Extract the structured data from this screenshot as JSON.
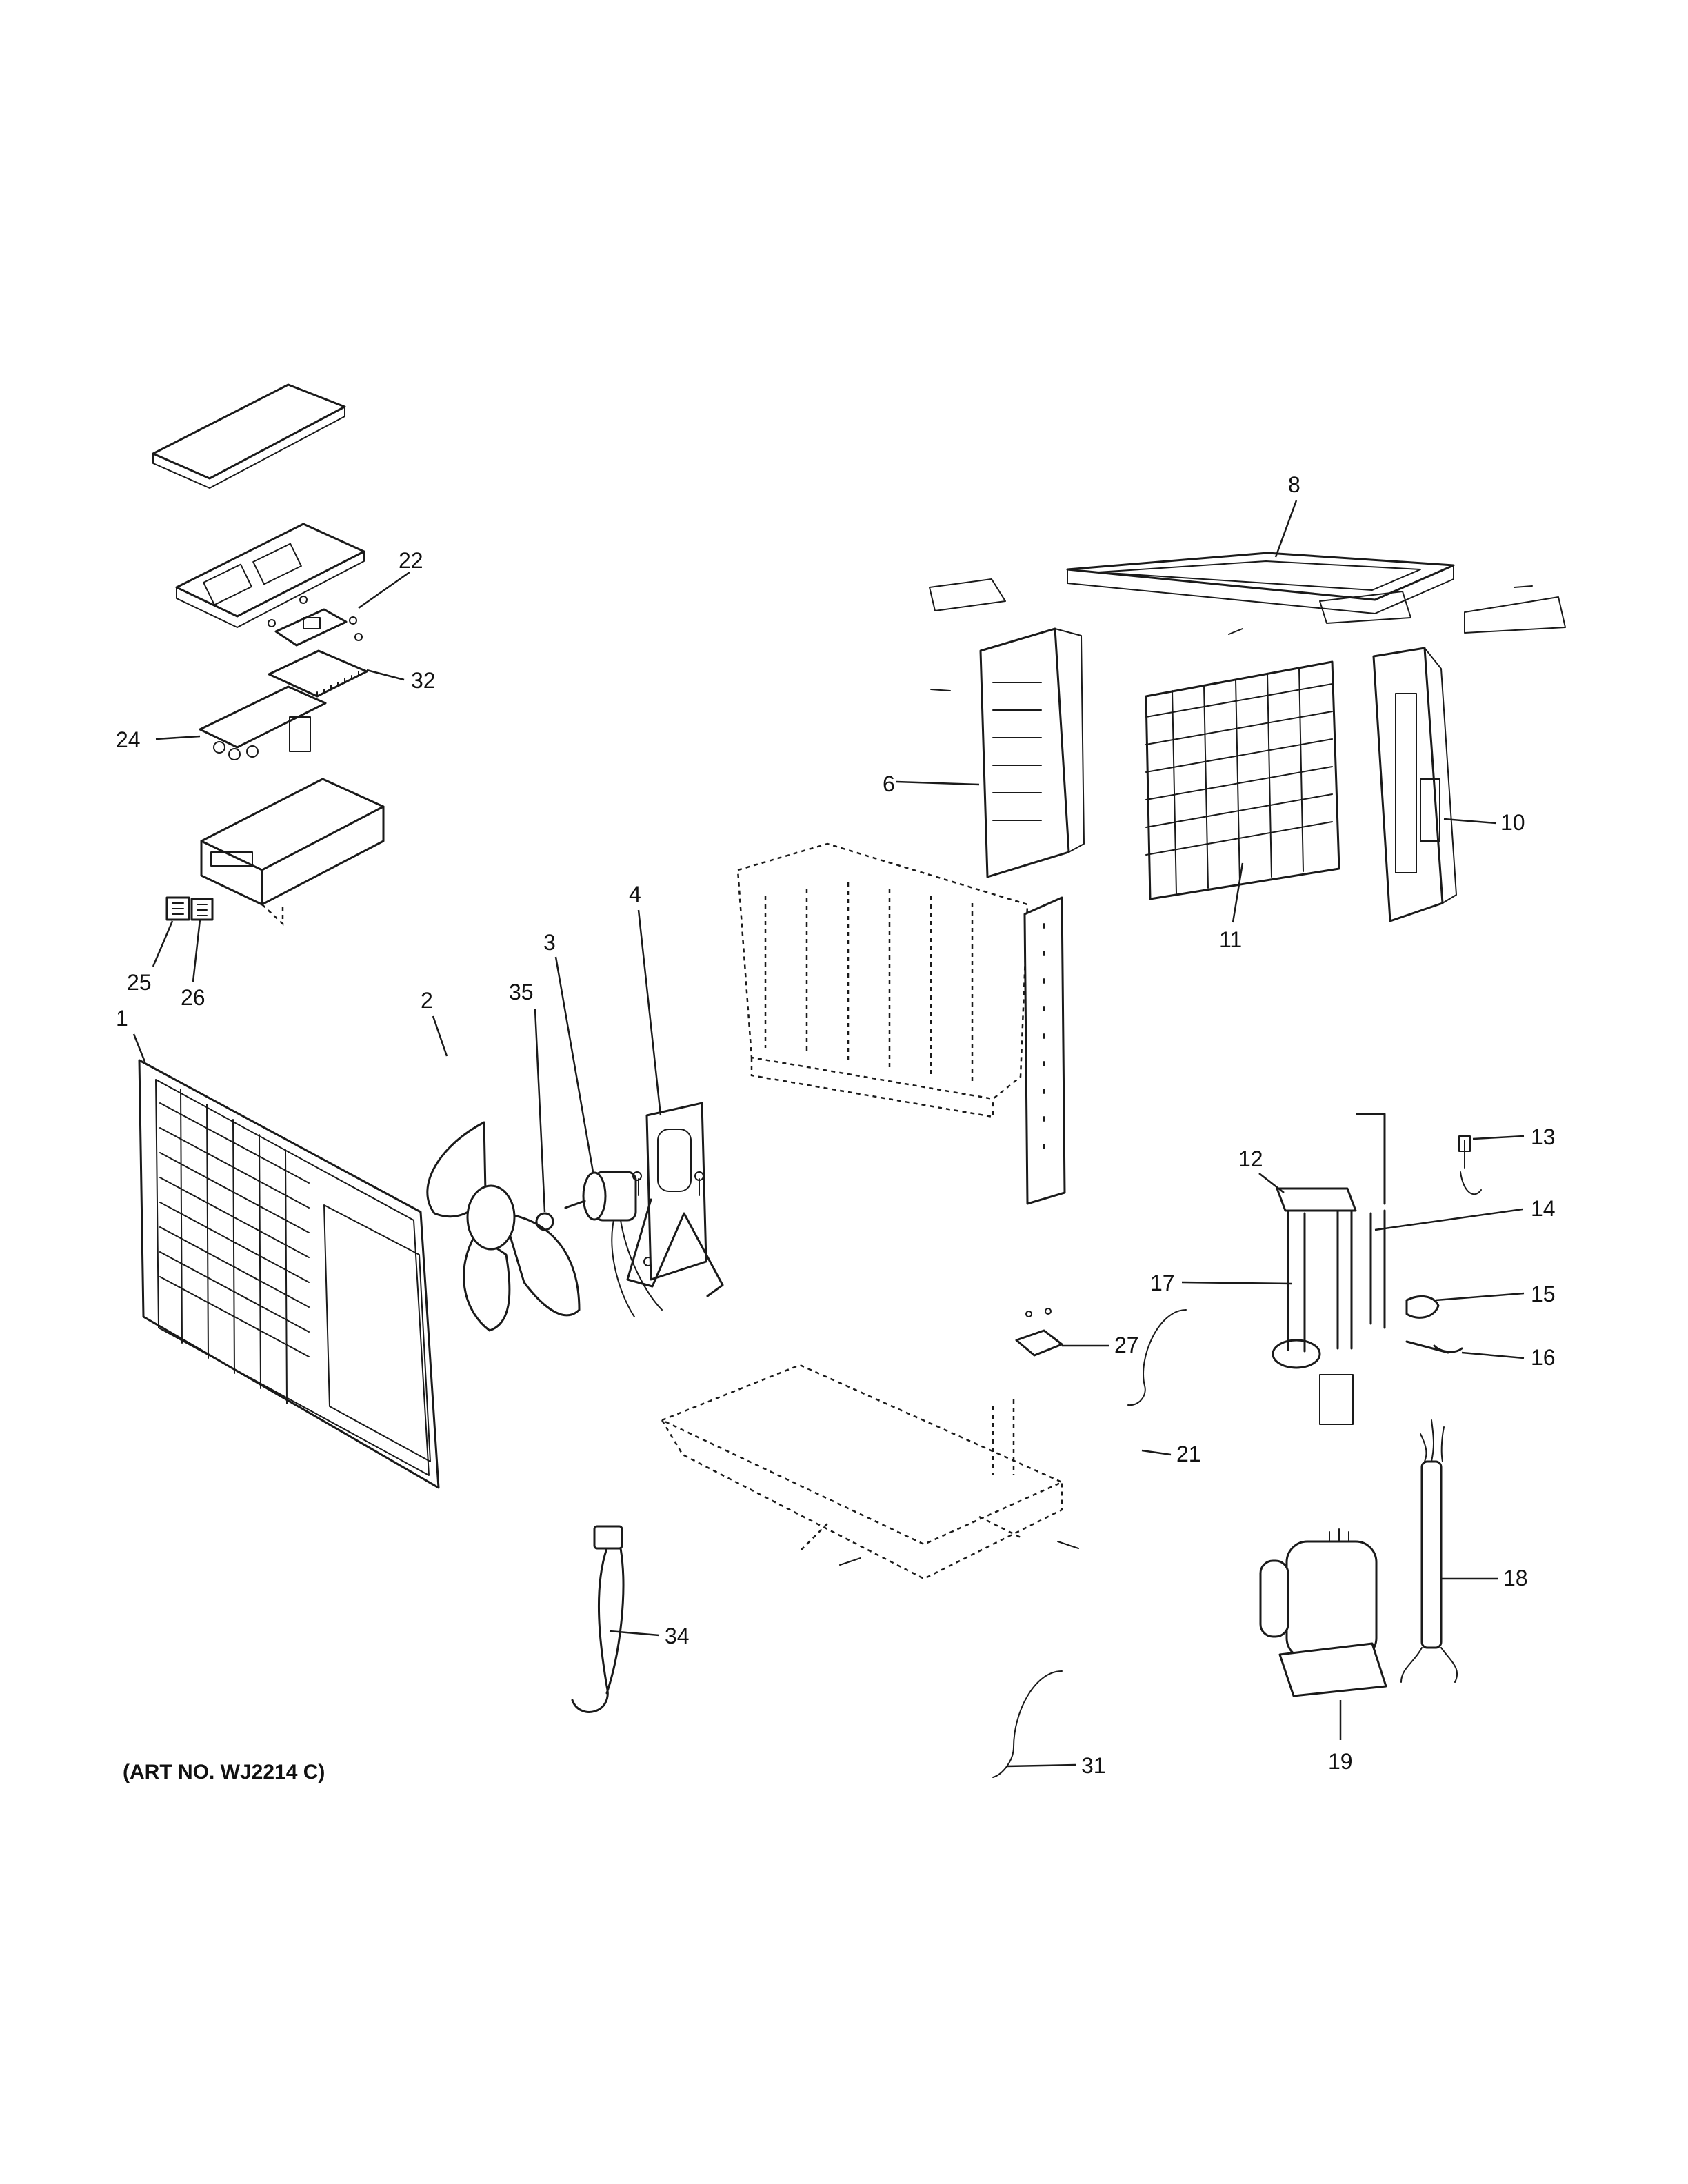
{
  "art_number": "(ART NO. WJ2214 C)",
  "callouts": [
    "1",
    "2",
    "3",
    "35",
    "4",
    "6",
    "8",
    "10",
    "11",
    "12",
    "13",
    "14",
    "15",
    "16",
    "17",
    "18",
    "19",
    "21",
    "22",
    "24",
    "25",
    "26",
    "27",
    "31",
    "32",
    "34"
  ]
}
